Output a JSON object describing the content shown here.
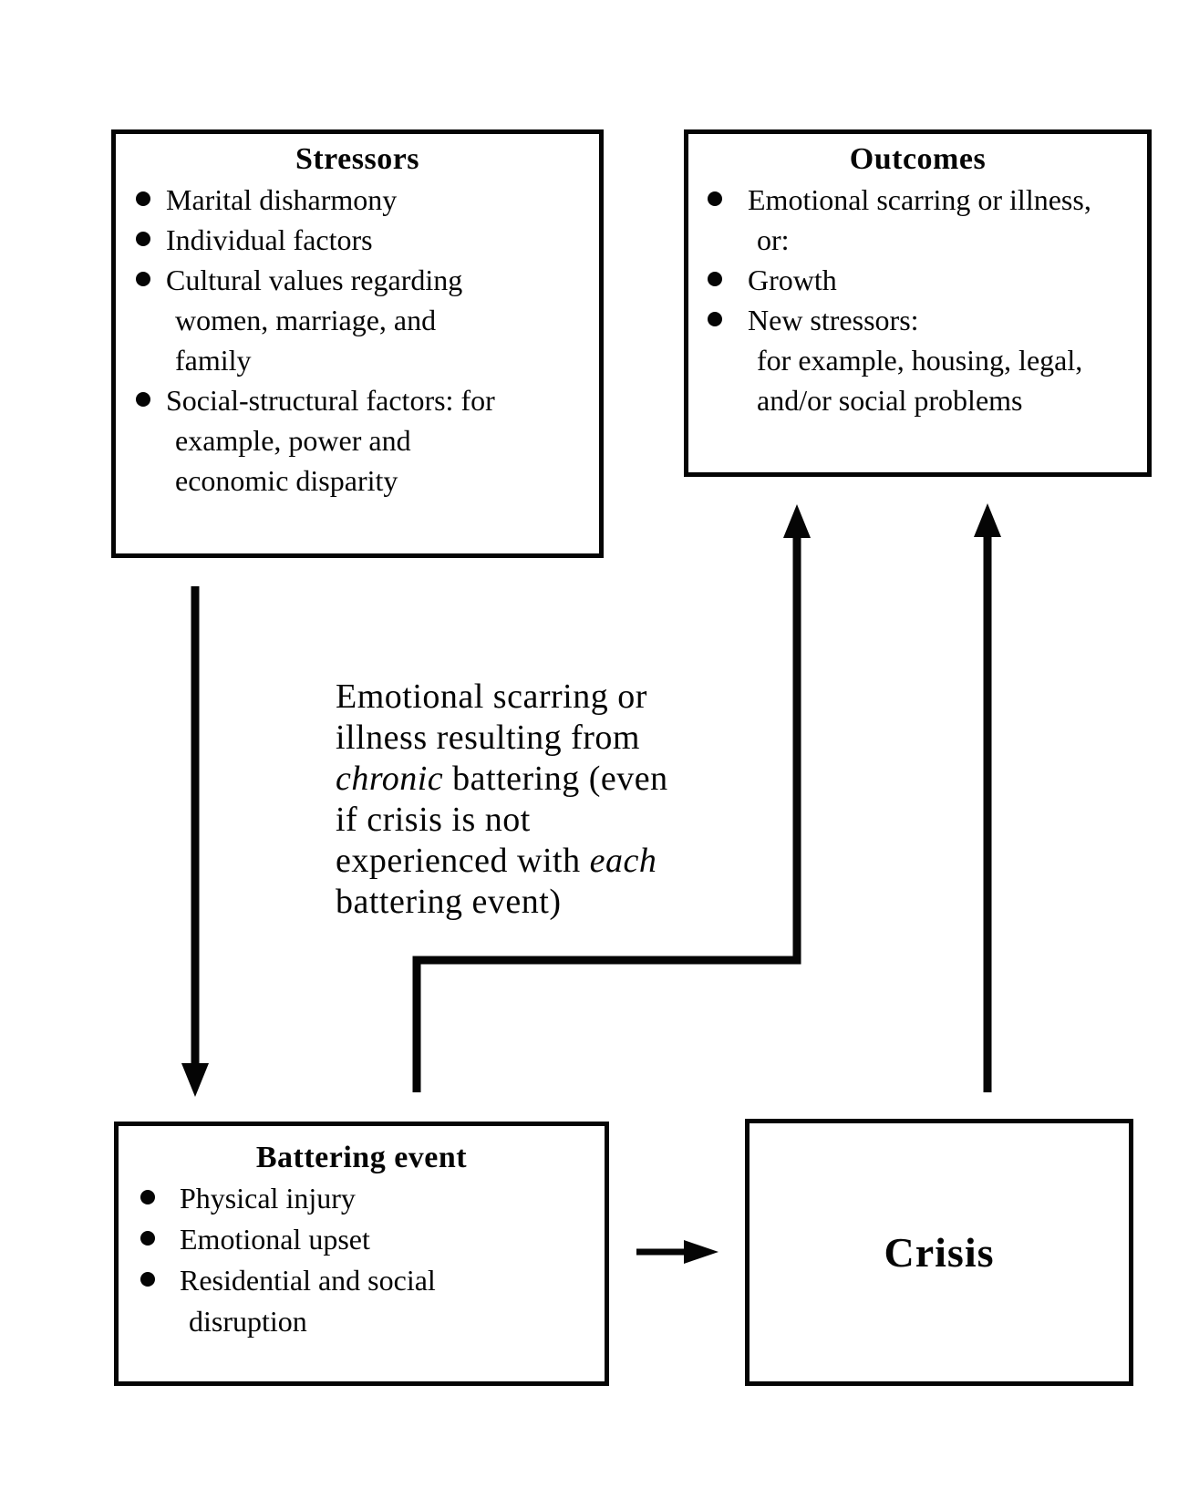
{
  "figure": {
    "background_color": "#ffffff",
    "ink_color": "#050505"
  },
  "boxes": {
    "stressors": {
      "title": "Stressors",
      "items": [
        {
          "lines": [
            "Marital disharmony"
          ]
        },
        {
          "lines": [
            "Individual factors"
          ]
        },
        {
          "lines": [
            "Cultural values regarding",
            "women, marriage, and",
            "family"
          ]
        },
        {
          "lines": [
            "Social-structural factors: for",
            "example, power and",
            "economic disparity"
          ]
        }
      ]
    },
    "outcomes": {
      "title": "Outcomes",
      "items": [
        {
          "lines": [
            "Emotional scarring or illness,",
            "or:"
          ]
        },
        {
          "lines": [
            "Growth"
          ]
        },
        {
          "lines": [
            "New stressors:",
            "for example, housing, legal,",
            "and/or social problems"
          ]
        }
      ]
    },
    "battering_event": {
      "title": "Battering event",
      "items": [
        {
          "lines": [
            "Physical injury"
          ]
        },
        {
          "lines": [
            "Emotional upset"
          ]
        },
        {
          "lines": [
            "Residential and social",
            "disruption"
          ]
        }
      ]
    },
    "crisis": {
      "title": "Crisis"
    }
  },
  "note": {
    "segments": {
      "l1": "Emotional scarring or",
      "l2": "illness resulting from",
      "l3_italic": "chronic",
      "l3_rest": " battering (even",
      "l4": "if crisis is not",
      "l5_start": "experienced with ",
      "l5_italic": "each",
      "l6": "battering event)"
    }
  },
  "arrows": [
    {
      "name": "stressors-to-battering",
      "from": "Stressors",
      "to": "Battering event"
    },
    {
      "name": "chronic-battering-to-outcomes",
      "from": "Battering event",
      "to": "Outcomes"
    },
    {
      "name": "battering-to-crisis",
      "from": "Battering event",
      "to": "Crisis"
    },
    {
      "name": "crisis-to-outcomes",
      "from": "Crisis",
      "to": "Outcomes"
    }
  ]
}
